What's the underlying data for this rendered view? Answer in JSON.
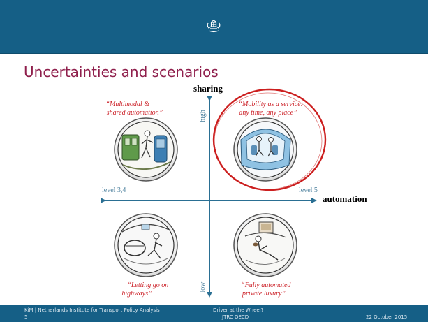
{
  "slide": {
    "title": "Uncertainties and scenarios"
  },
  "axes": {
    "vertical_label": "sharing",
    "horizontal_label": "automation",
    "high": "high",
    "low": "low",
    "left": "level 3,4",
    "right": "level 5"
  },
  "quadrants": {
    "top_left": "“Multimodal & shared automation”",
    "top_left_lines": [
      "“Multimodal &",
      "shared automation”"
    ],
    "top_right": "“Mobility as a service: any time, any place”",
    "top_right_lines": [
      "“Mobility as a service:",
      "any time, any place”"
    ],
    "bottom_left": "“Letting go on highways”",
    "bottom_left_lines": [
      "“Letting go on",
      "highways”"
    ],
    "bottom_right": "“Fully automated private luxury”",
    "bottom_right_lines": [
      "“Fully automated",
      "private luxury”"
    ]
  },
  "footer": {
    "organization": "KiM | Netherlands Institute for Transport Policy Analysis",
    "page": "5",
    "talk": "Driver at the Wheel?",
    "event": "JTRC OECD",
    "date": "22 October 2015"
  },
  "colors": {
    "header": "#155f86",
    "title": "#8f1f4c",
    "axis": "#2a6f93",
    "quote": "#cc2229",
    "highlight": "#cc1f1f"
  },
  "icons": [
    "crest-icon",
    "shared-automation-image",
    "mobility-service-image",
    "highway-driving-image",
    "private-luxury-image"
  ]
}
